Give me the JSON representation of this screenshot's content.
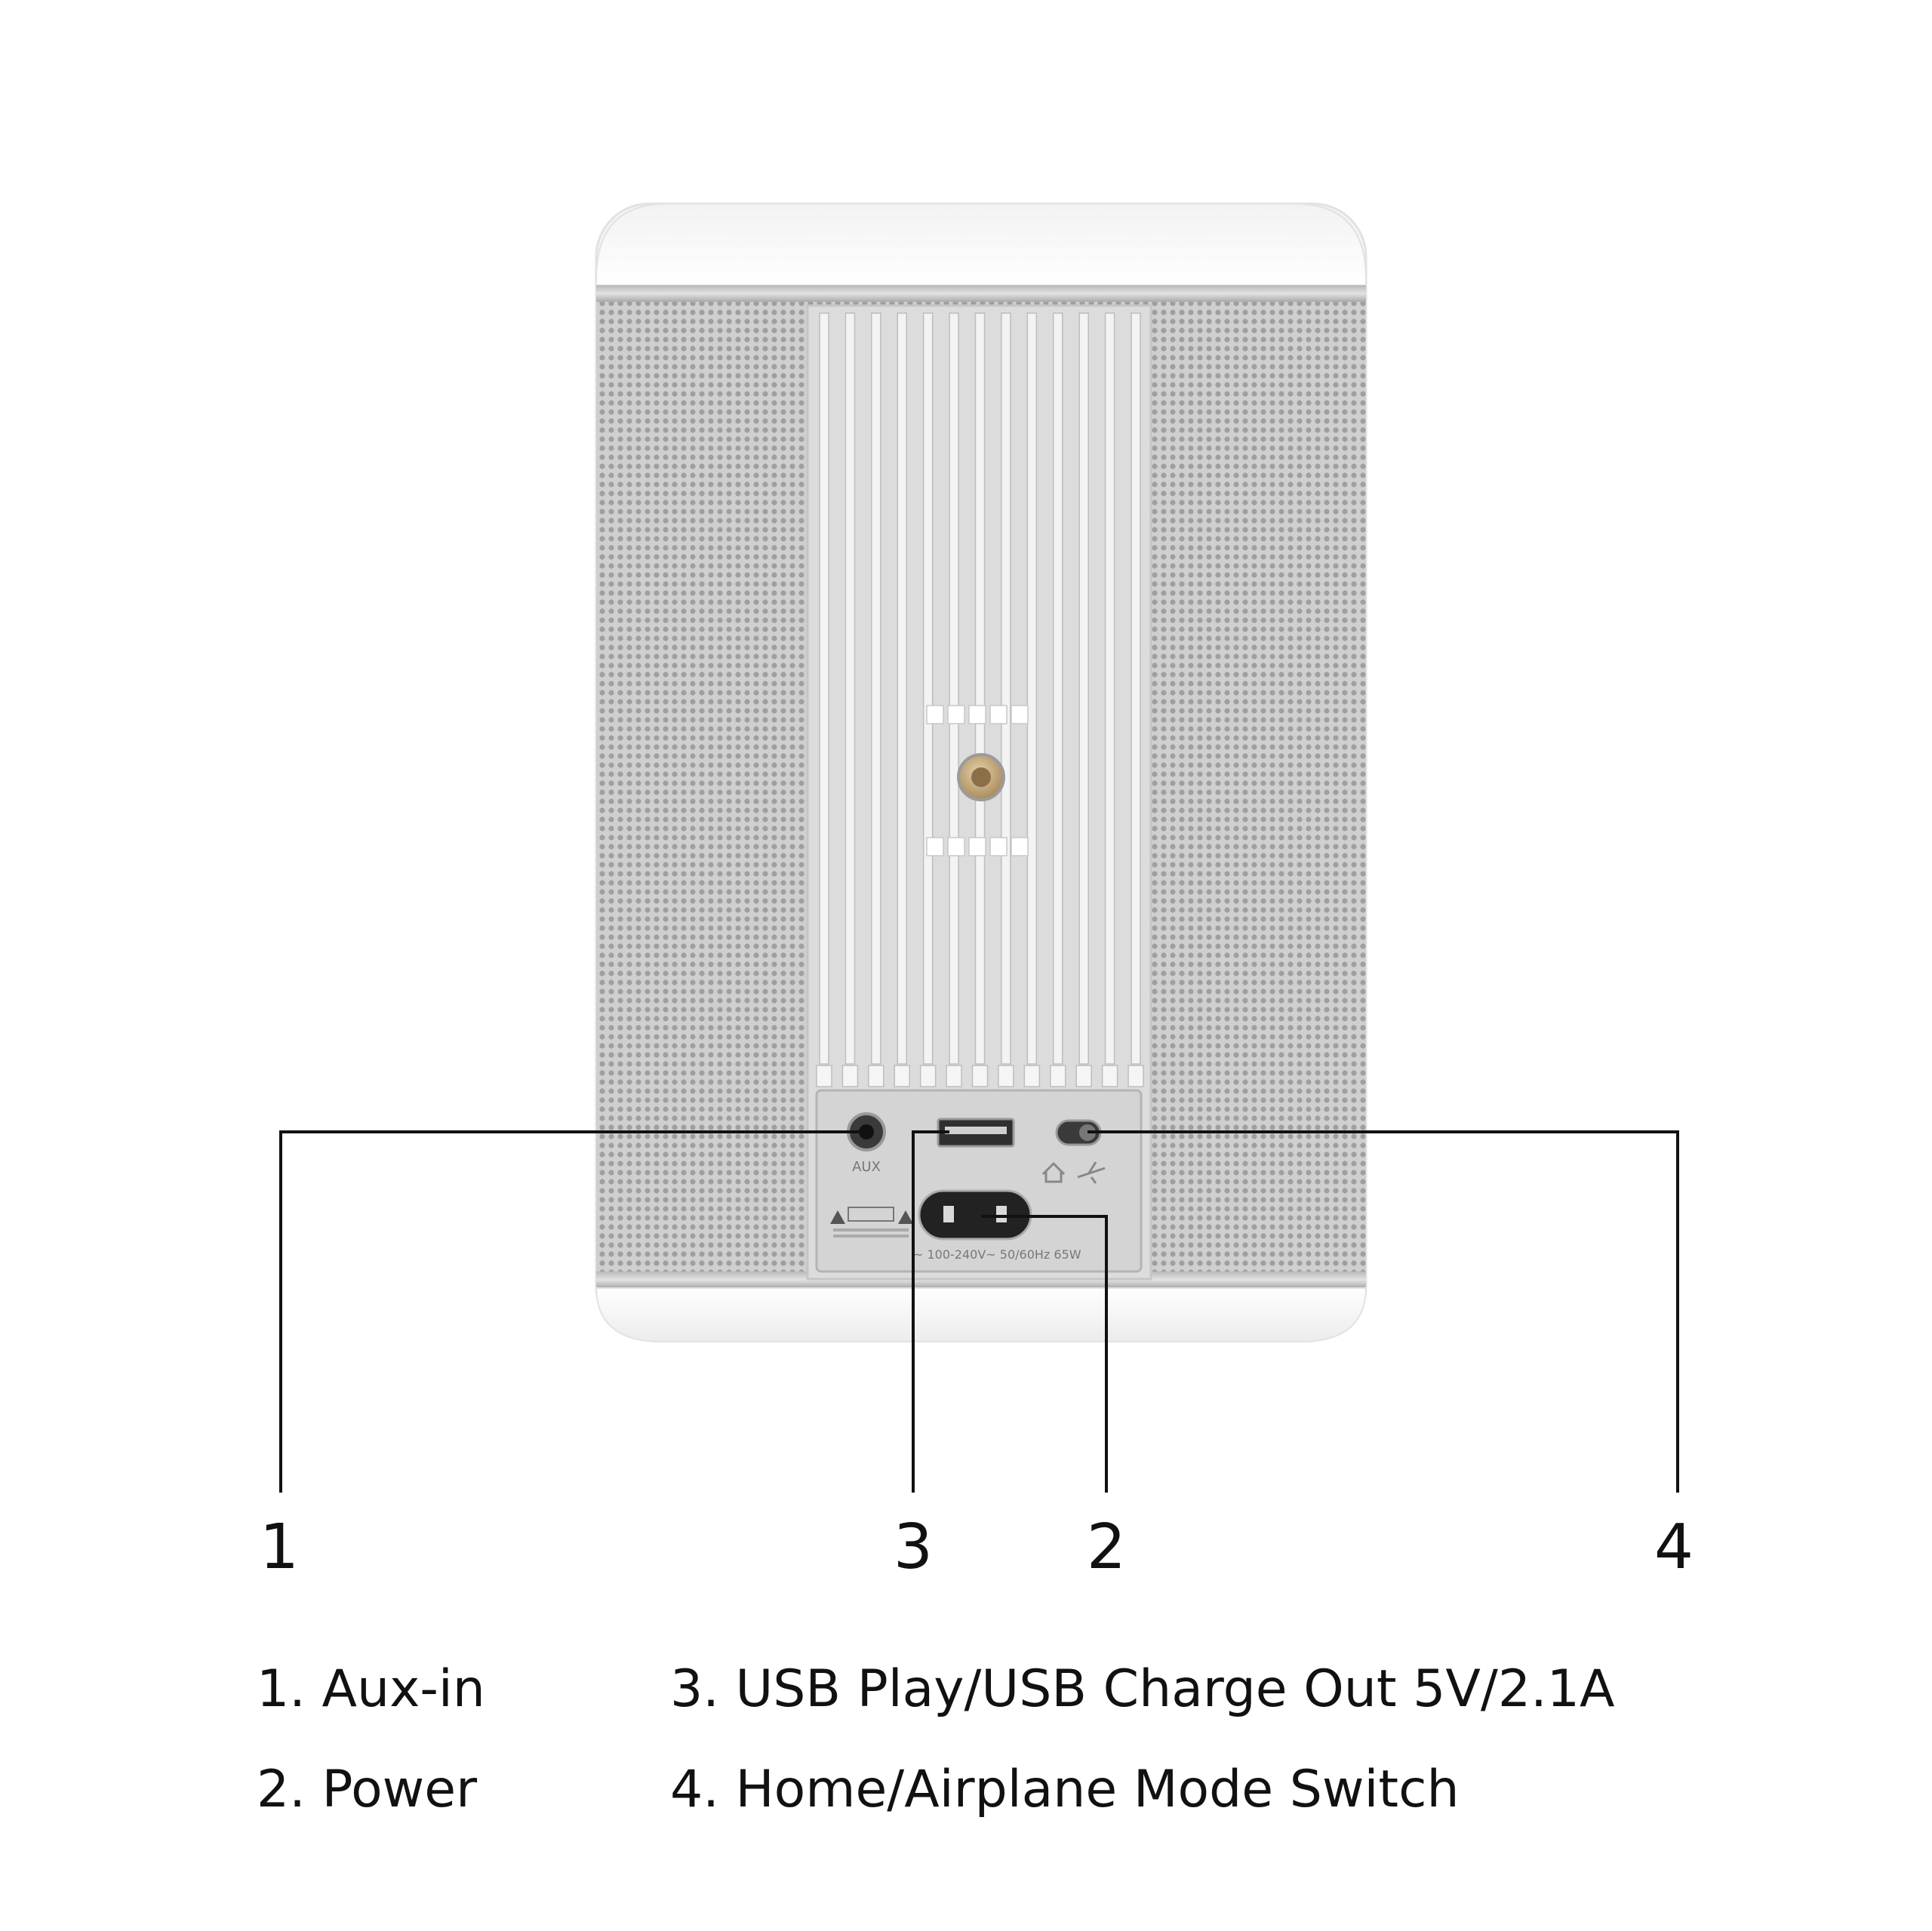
{
  "device": {
    "port_labels": {
      "aux": "AUX",
      "rating": "~ 100-240V~ 50/60Hz 65W"
    }
  },
  "callouts": [
    {
      "number": "1",
      "target": "aux-in-port"
    },
    {
      "number": "3",
      "target": "usb-port"
    },
    {
      "number": "2",
      "target": "power-socket"
    },
    {
      "number": "4",
      "target": "mode-switch"
    }
  ],
  "legend": {
    "item1": "1. Aux-in",
    "item2": "2. Power",
    "item3": "3. USB Play/USB Charge Out 5V/2.1A",
    "item4": "4. Home/Airplane Mode Switch"
  },
  "colors": {
    "background": "#ffffff",
    "speaker_white": "#f7f7f7",
    "grille": "#d6d6d6",
    "panel": "#d9d9d9",
    "leader_line": "#111111",
    "mount_insert": "#c9ae85"
  }
}
